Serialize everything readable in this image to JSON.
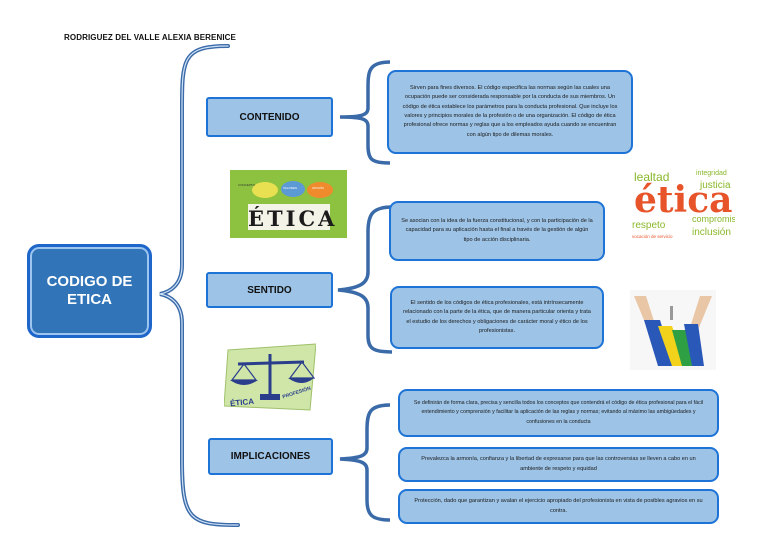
{
  "author": "RODRIGUEZ DEL VALLE ALEXIA BERENICE",
  "central_topic": "CODIGO DE ETICA",
  "colors": {
    "box_fill": "#9dc3e6",
    "box_border": "#1e73d6",
    "main_fill": "#3274b8",
    "brace": "#2f5f9a"
  },
  "branches": [
    {
      "label": "CONTENIDO",
      "descriptions": [
        "Sirven para fines diversos. El código especifica las normas según las cuales una ocupación puede ser considerada responsable por la conducta de sus miembros. Un código de ética establece los parámetros para la conducta profesional. Que incluye los valores y principios morales de la profesión o de una organización. El código de ética profesional ofrece normas y reglas que a los empleados ayuda cuando se encuentran con algún tipo de dilemas morales."
      ]
    },
    {
      "label": "SENTIDO",
      "descriptions": [
        "Se asocian con la idea de la fuerza constitucional, y con la participación de la capacidad para su aplicación hasta el final a través de la gestión de algún tipo de acción disciplinaria.",
        "El sentido de los códigos de ética profesionales, está intrínsecamente relacionado con la parte de la ética, que de manera particular orienta y trata el estudio de los derechos y obligaciones de carácter moral y ético de los profesionistas."
      ]
    },
    {
      "label": "IMPLICACIONES",
      "descriptions": [
        "Se definirán de forma clara, precisa y sencilla todos los conceptos que contendrá el código de ética profesional para el fácil entendimiento y comprensión y facilitar la aplicación de las reglas y normas; evitando al máximo las ambigüedades y confusiones en la conducta",
        "Prevalezca la armonía, confianza y la libertad de expresarse para que las controversias se lleven a cabo en un ambiente de respeto y equidad",
        "Protección, dado que garantizan y avalan el ejercicio apropiado del profesionista en vista de posibles agravios en su contra."
      ]
    }
  ],
  "images": {
    "etica_speech": {
      "word": "ÉTICA",
      "bubbles": [
        "CONCEPTO",
        "VALORES",
        "OPCIÓN"
      ]
    },
    "etica_words": {
      "main": "ética",
      "words": [
        "lealtad",
        "integridad",
        "justicia",
        "compromiso",
        "respeto",
        "vocación de servicio",
        "inclusión"
      ]
    },
    "balance": {
      "left": "ÉTICA",
      "right": "PROFESIÓN"
    },
    "hands_icon": "hands-blocks-icon"
  }
}
